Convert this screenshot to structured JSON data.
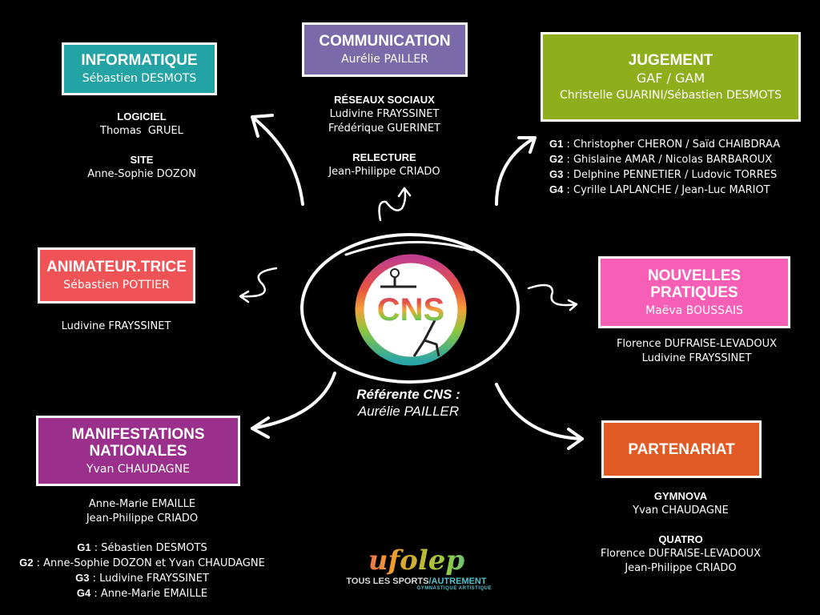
{
  "colors": {
    "background": "#000000",
    "informatique": "#23a3a3",
    "communication": "#7b6aa9",
    "jugement": "#8fae1b",
    "animateur": "#ef5355",
    "nouvelles_pratiques": "#f75fb6",
    "manifestations": "#9a2f8c",
    "partenariat": "#e15a23"
  },
  "center": {
    "logo_text": "CNS",
    "referent_label": "Référente CNS :",
    "referent_name": "Aurélie PAILLER"
  },
  "informatique": {
    "title": "INFORMATIQUE",
    "lead": "Sébastien DESMOTS",
    "sections": [
      {
        "heading": "LOGICIEL",
        "names": [
          "Thomas  GRUEL"
        ]
      },
      {
        "heading": "SITE",
        "names": [
          "Anne-Sophie DOZON"
        ]
      }
    ]
  },
  "communication": {
    "title": "COMMUNICATION",
    "lead": "Aurélie PAILLER",
    "sections": [
      {
        "heading": "RÉSEAUX SOCIAUX",
        "names": [
          "Ludivine FRAYSSINET",
          "Frédérique GUERINET"
        ]
      },
      {
        "heading": "RELECTURE",
        "names": [
          "Jean-Philippe CRIADO"
        ]
      }
    ]
  },
  "jugement": {
    "title": "JUGEMENT",
    "subtitle": "GAF / GAM",
    "lead": "Christelle GUARINI/Sébastien DESMOTS",
    "groups": [
      {
        "label": "G1",
        "names": " : Christopher CHERON / Saïd CHAIBDRAA"
      },
      {
        "label": "G2",
        "names": " : Ghislaine AMAR / Nicolas BARBAROUX"
      },
      {
        "label": "G3",
        "names": " : Delphine PENNETIER / Ludovic TORRES"
      },
      {
        "label": "G4",
        "names": " : Cyrille LAPLANCHE / Jean-Luc MARIOT"
      }
    ]
  },
  "animateur": {
    "title": "ANIMATEUR.TRICE",
    "lead": "Sébastien POTTIER",
    "names": [
      "Ludivine FRAYSSINET"
    ]
  },
  "nouvelles_pratiques": {
    "title_line1": "NOUVELLES",
    "title_line2": "PRATIQUES",
    "lead": "Maëva BOUSSAIS",
    "names": [
      "Florence DUFRAISE-LEVADOUX",
      "Ludivine FRAYSSINET"
    ]
  },
  "manifestations": {
    "title_line1": "MANIFESTATIONS",
    "title_line2": "NATIONALES",
    "lead": "Yvan CHAUDAGNE",
    "names": [
      "Anne-Marie EMAILLE",
      "Jean-Philippe CRIADO"
    ],
    "groups": [
      {
        "label": "G1",
        "names": " : Sébastien DESMOTS"
      },
      {
        "label": "G2",
        "names": " : Anne-Sophie DOZON et Yvan CHAUDAGNE"
      },
      {
        "label": "G3",
        "names": " : Ludivine FRAYSSINET"
      },
      {
        "label": "G4",
        "names": " : Anne-Marie EMAILLE"
      }
    ]
  },
  "partenariat": {
    "title": "PARTENARIAT",
    "sections": [
      {
        "heading": "GYMNOVA",
        "names": [
          "Yvan CHAUDAGNE"
        ]
      },
      {
        "heading": "QUATRO",
        "names": [
          "Florence DUFRAISE-LEVADOUX",
          "Jean-Philippe CRIADO"
        ]
      }
    ]
  },
  "footer_logo": {
    "brand": "ufolep",
    "tagline_left": "TOUS LES SPORTS",
    "tagline_right": "AUTREMENT",
    "subline": "GYMNASTIQUE ARTISTIQUE"
  }
}
